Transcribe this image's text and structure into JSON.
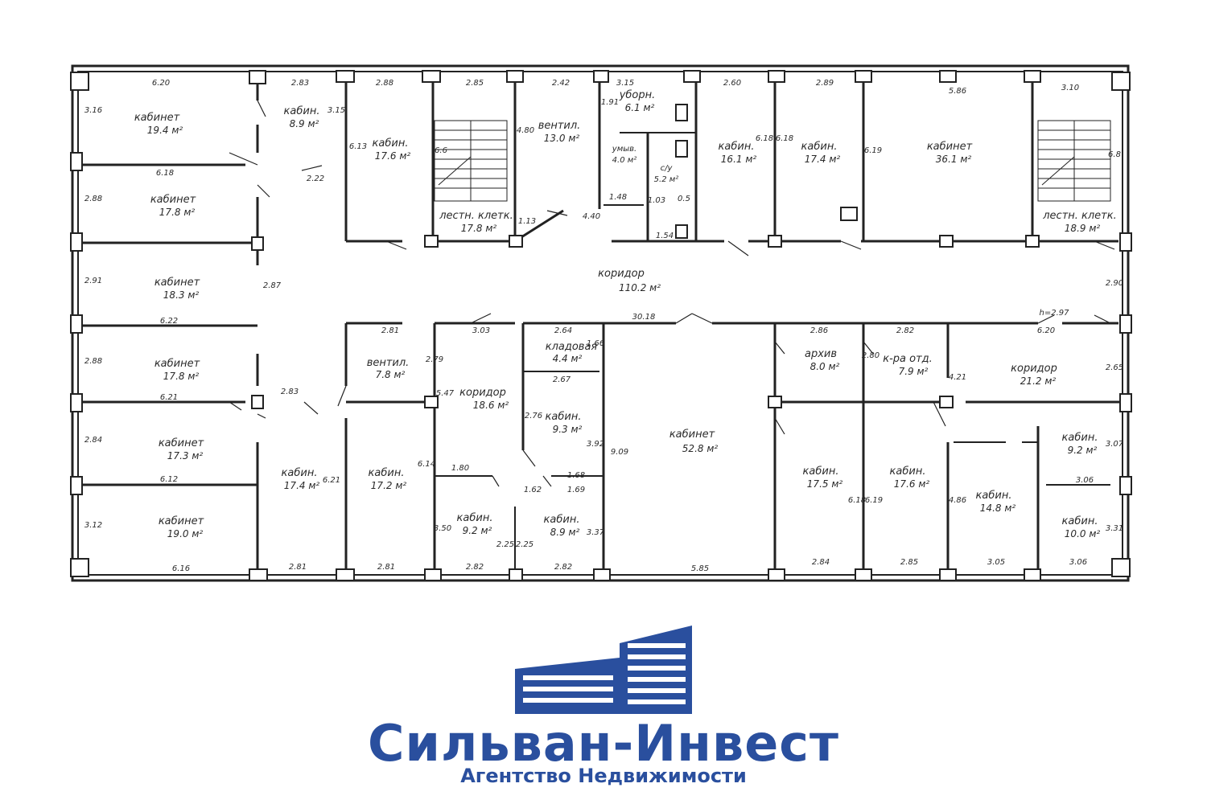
{
  "plan": {
    "rooms": [
      {
        "name": "кабинет",
        "area": "19.4 м²"
      },
      {
        "name": "кабин.",
        "area": "8.9 м²"
      },
      {
        "name": "кабинет",
        "area": "17.8 м²"
      },
      {
        "name": "кабинет",
        "area": "18.3 м²"
      },
      {
        "name": "кабинет",
        "area": "17.8 м²"
      },
      {
        "name": "кабинет",
        "area": "17.3 м²"
      },
      {
        "name": "кабинет",
        "area": "19.0 м²"
      },
      {
        "name": "кабин.",
        "area": "17.6 м²"
      },
      {
        "name": "лестн. клетк.",
        "area": "17.8 м²"
      },
      {
        "name": "вентил.",
        "area": "13.0 м²"
      },
      {
        "name": "уборн.",
        "area": "6.1 м²"
      },
      {
        "name": "умыв.",
        "area": "4.0 м²"
      },
      {
        "name": "с/у",
        "area": "5.2 м²"
      },
      {
        "name": "кабин.",
        "area": "16.1 м²"
      },
      {
        "name": "кабин.",
        "area": "17.4 м²"
      },
      {
        "name": "кабинет",
        "area": "36.1 м²"
      },
      {
        "name": "лестн. клетк.",
        "area": "18.9 м²"
      },
      {
        "name": "коридор",
        "area": "110.2 м²"
      },
      {
        "name": "вентил.",
        "area": "7.8 м²"
      },
      {
        "name": "коридор",
        "area": "18.6 м²"
      },
      {
        "name": "кладовая",
        "area": "4.4 м²"
      },
      {
        "name": "кабин.",
        "area": "9.3 м²"
      },
      {
        "name": "кабин.",
        "area": "17.4 м²"
      },
      {
        "name": "кабин.",
        "area": "17.2 м²"
      },
      {
        "name": "кабин.",
        "area": "9.2 м²"
      },
      {
        "name": "кабин.",
        "area": "8.9 м²"
      },
      {
        "name": "кабинет",
        "area": "52.8 м²"
      },
      {
        "name": "архив",
        "area": "8.0 м²"
      },
      {
        "name": "к-ра отд.",
        "area": "7.9 м²"
      },
      {
        "name": "коридор",
        "area": "21.2 м²"
      },
      {
        "name": "кабин.",
        "area": "17.5 м²"
      },
      {
        "name": "кабин.",
        "area": "17.6 м²"
      },
      {
        "name": "кабин.",
        "area": "14.8 м²"
      },
      {
        "name": "кабин.",
        "area": "9.2 м²"
      },
      {
        "name": "кабин.",
        "area": "10.0 м²"
      }
    ],
    "dimensions": [
      "6.20",
      "2.83",
      "2.88",
      "2.85",
      "2.42",
      "3.15",
      "2.60",
      "2.89",
      "5.86",
      "3.10",
      "3.16",
      "2.88",
      "2.91",
      "2.88",
      "2.84",
      "3.12",
      "6.18",
      "6.22",
      "6.21",
      "6.12",
      "6.16",
      "2.81",
      "2.81",
      "2.82",
      "2.82",
      "5.85",
      "2.84",
      "2.85",
      "3.05",
      "3.06",
      "30.18",
      "2.90",
      "2.65",
      "h=2.97",
      "6.20",
      "2.86",
      "2.82",
      "2.64",
      "3.03",
      "2.81",
      "9.09",
      "5.47",
      "6.14",
      "6.21",
      "1.80",
      "1.68",
      "1.69",
      "1.62",
      "2.25",
      "2.25",
      "2.22",
      "2.83",
      "2.87",
      "6.13",
      "6.18",
      "6.18",
      "6.19",
      "4.80",
      "1.13",
      "1.48",
      "1.54",
      "3.15",
      "6.6",
      "6.8",
      "2.79",
      "2.67",
      "2.76",
      "3.92",
      "3.50",
      "3.37",
      "6.18",
      "6.19",
      "4.86",
      "4.21",
      "2.80",
      "3.31",
      "3.07",
      "3.06",
      "0.5",
      "1.91",
      "4.40",
      "1.03",
      "1.66"
    ]
  },
  "branding": {
    "name": "Сильван-Инвест",
    "tagline": "Агентство Недвижимости",
    "color": "#2a4f9e"
  }
}
